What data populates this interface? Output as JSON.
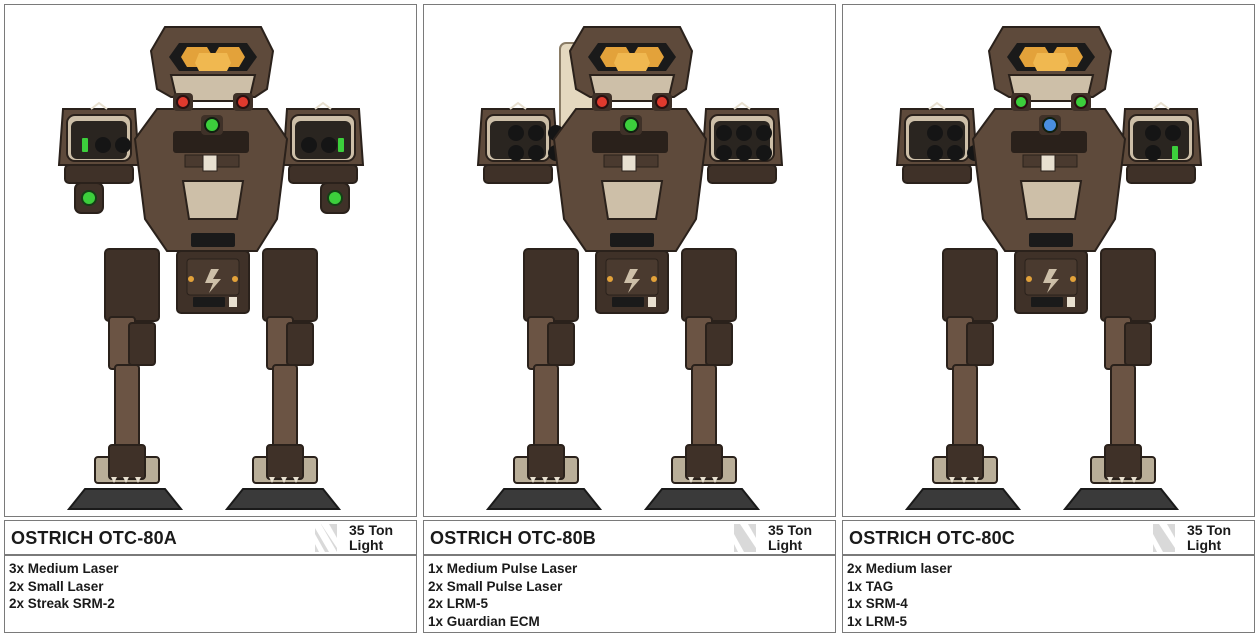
{
  "colors": {
    "armor": "#5e4a3b",
    "armor_dark": "#3f3128",
    "armor_light": "#cdbfa8",
    "canopy": "#e3a23a",
    "legs": "#6b5444",
    "feet": "#3a3a3a"
  },
  "cards": [
    {
      "name": "OSTRICH OTC-80A",
      "tonnage": "35 Ton",
      "weight_class": "Light",
      "armament": [
        "3x Medium Laser",
        "2x Small Laser",
        "2x Streak SRM-2"
      ],
      "head_light_color": "#e03a2e",
      "chest_light_color": "#3ccf3c",
      "pod_type": "small",
      "has_backpack": false,
      "has_lower_lights": true
    },
    {
      "name": "OSTRICH OTC-80B",
      "tonnage": "35 Ton",
      "weight_class": "Light",
      "armament": [
        "1x Medium Pulse Laser",
        "2x Small Pulse Laser",
        "2x LRM-5",
        "1x Guardian ECM"
      ],
      "head_light_color": "#e03a2e",
      "chest_light_color": "#3ccf3c",
      "pod_type": "lrm",
      "has_backpack": true,
      "has_lower_lights": false
    },
    {
      "name": "OSTRICH OTC-80C",
      "tonnage": "35 Ton",
      "weight_class": "Light",
      "armament": [
        "2x Medium laser",
        "1x TAG",
        "1x SRM-4",
        "1x LRM-5"
      ],
      "head_light_color": "#3ccf3c",
      "chest_light_color": "#4a8fe0",
      "pod_type": "mixed",
      "has_backpack": false,
      "has_lower_lights": false
    }
  ]
}
